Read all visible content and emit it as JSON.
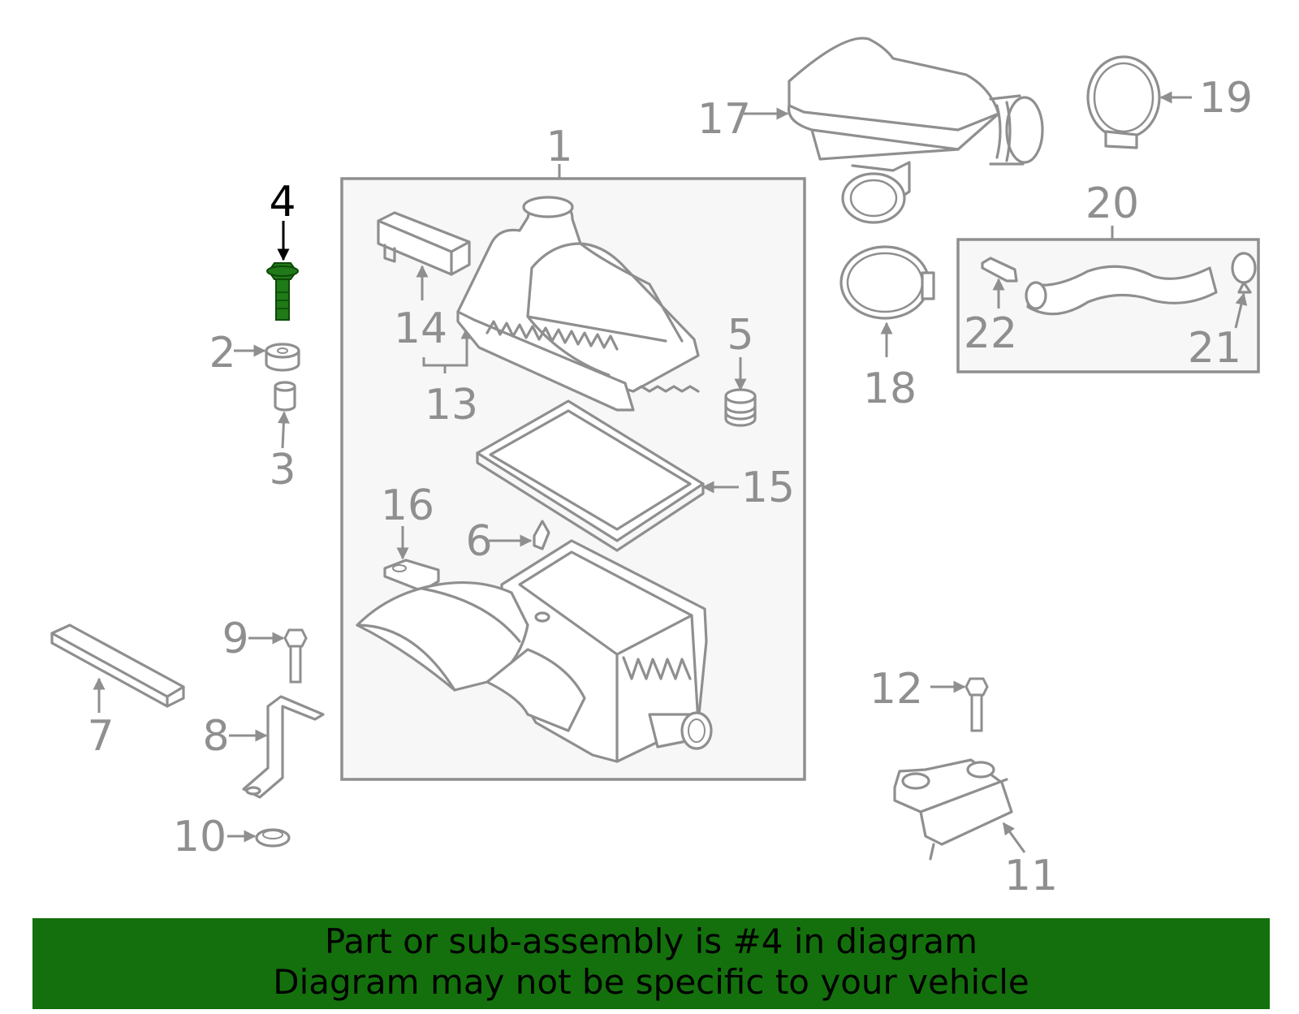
{
  "diagram": {
    "highlight_part": "4",
    "colors": {
      "line": "#8f8f8f",
      "highlight_part": "#1f7a17",
      "banner": "#14700d",
      "box_fill": "#f7f7f7"
    },
    "callouts": {
      "c1": "1",
      "c2": "2",
      "c3": "3",
      "c4": "4",
      "c5": "5",
      "c6": "6",
      "c7": "7",
      "c8": "8",
      "c9": "9",
      "c10": "10",
      "c11": "11",
      "c12": "12",
      "c13": "13",
      "c14": "14",
      "c15": "15",
      "c16": "16",
      "c17": "17",
      "c18": "18",
      "c19": "19",
      "c20": "20",
      "c21": "21",
      "c22": "22"
    }
  },
  "banner": {
    "line1": "Part or sub-assembly is #4 in diagram",
    "line2": "Diagram may not be specific to your vehicle"
  }
}
